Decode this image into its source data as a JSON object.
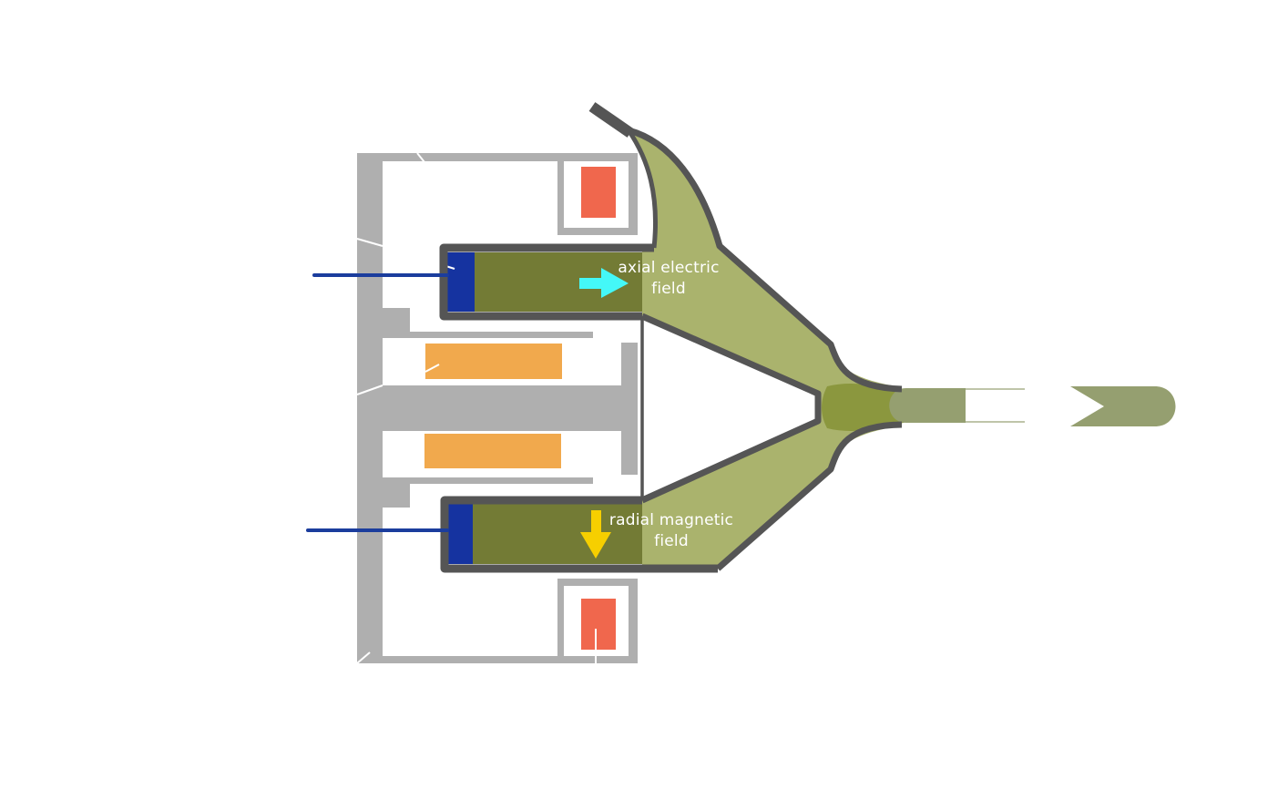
{
  "labels": {
    "electric_line1": "axial electric",
    "electric_line2": "field",
    "magnetic_line1": "radial magnetic",
    "magnetic_line2": "field"
  },
  "colors": {
    "background": "#ffffff",
    "body_gray": "#afafaf",
    "wall_dark": "#555555",
    "channel_fill": "#737b35",
    "plume_fill": "#aab36d",
    "plume_core": "#8b973e",
    "jet": "#959f70",
    "anode_blue": "#1533a0",
    "feed_line": "#1b3d9d",
    "outer_coil": "#f0674d",
    "inner_coil": "#f1a94d",
    "electric_arrow": "#44f8f8",
    "magnetic_arrow": "#f6cf00",
    "label_text": "#ffffff"
  }
}
